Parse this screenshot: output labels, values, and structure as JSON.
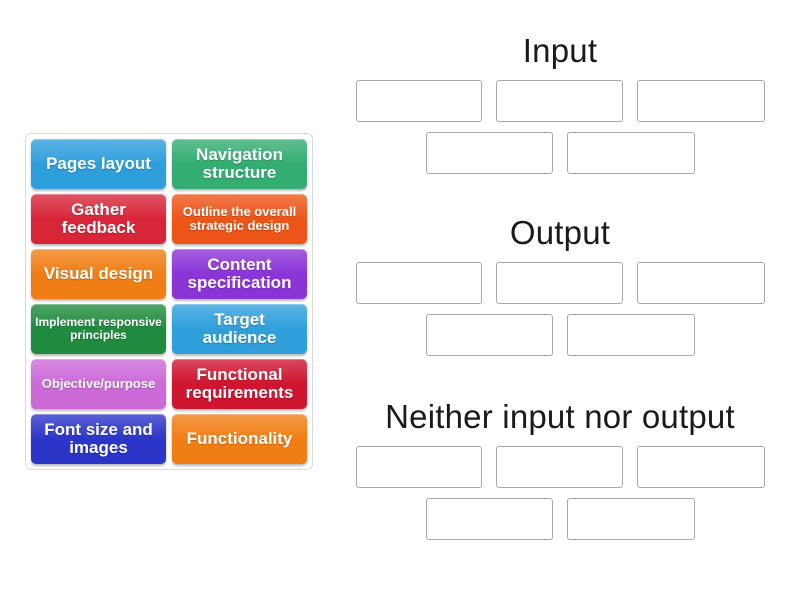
{
  "activity": {
    "type": "group-sort",
    "tray_label": "Draggable answer tiles"
  },
  "tiles": [
    {
      "label": "Pages layout",
      "color": "#2f9fdc",
      "size": "fs-lg"
    },
    {
      "label": "Navigation structure",
      "color": "#34ad72",
      "size": "fs-lg"
    },
    {
      "label": "Gather feedback",
      "color": "#d72638",
      "size": "fs-lg"
    },
    {
      "label": "Outline the overall strategic design",
      "color": "#ed5518",
      "size": "fs-sm"
    },
    {
      "label": "Visual design",
      "color": "#f07e15",
      "size": "fs-lg"
    },
    {
      "label": "Content specification",
      "color": "#8b34d8",
      "size": "fs-lg"
    },
    {
      "label": "Implement responsive principles",
      "color": "#1f8b3e",
      "size": "fs-xs"
    },
    {
      "label": "Target audience",
      "color": "#2f9fdc",
      "size": "fs-lg"
    },
    {
      "label": "Objective/purpose",
      "color": "#cc6ad8",
      "size": "fs-sm"
    },
    {
      "label": "Functional requirements",
      "color": "#cf1530",
      "size": "fs-lg"
    },
    {
      "label": "Font size and images",
      "color": "#2c35c8",
      "size": "fs-lg"
    },
    {
      "label": "Functionality",
      "color": "#f07e15",
      "size": "fs-lg"
    }
  ],
  "groups": [
    {
      "title": "Input",
      "rows": [
        {
          "zones": 3
        },
        {
          "zones": 2
        }
      ]
    },
    {
      "title": "Output",
      "rows": [
        {
          "zones": 3
        },
        {
          "zones": 2
        }
      ]
    },
    {
      "title": "Neither input nor output",
      "rows": [
        {
          "zones": 3
        },
        {
          "zones": 2
        }
      ]
    }
  ],
  "colors": {
    "background": "#ffffff",
    "tray_border": "#d9d9d9",
    "zone_border": "#a8a8a8",
    "title_text": "#1a1a1a",
    "tile_text": "#ffffff"
  }
}
